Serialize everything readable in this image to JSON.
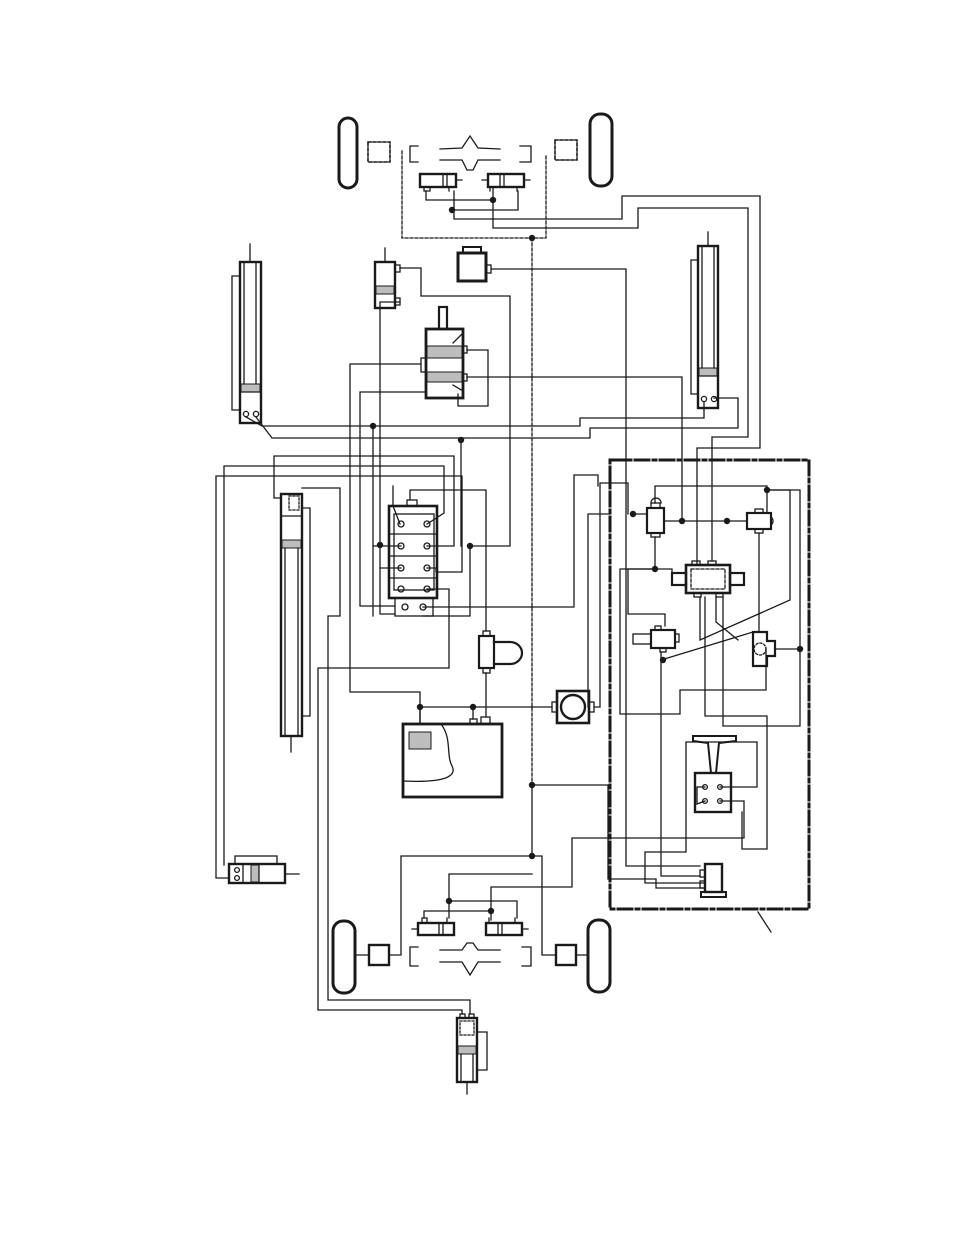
{
  "diagram": {
    "kind": "hydraulic-system-schematic",
    "labels": [],
    "colors": {
      "line": "#1a1a1a",
      "fill": "#ffffff",
      "shade": "#bdbdbd",
      "background": "#ffffff"
    },
    "components": [
      "front-axle",
      "rear-axle",
      "tire-front-left",
      "tire-front-right",
      "tire-rear-left",
      "tire-rear-right",
      "steering-cylinder-front",
      "steering-cylinder-rear",
      "upper-left-cylinder",
      "upper-right-cylinder",
      "small-cylinder",
      "priority-valve",
      "control-valve-block",
      "tall-lift-cylinder",
      "bottom-left-cylinder",
      "bottom-center-cylinder",
      "reservoir-tank",
      "filter",
      "accumulator",
      "pump",
      "enclosure",
      "steering-unit"
    ]
  }
}
